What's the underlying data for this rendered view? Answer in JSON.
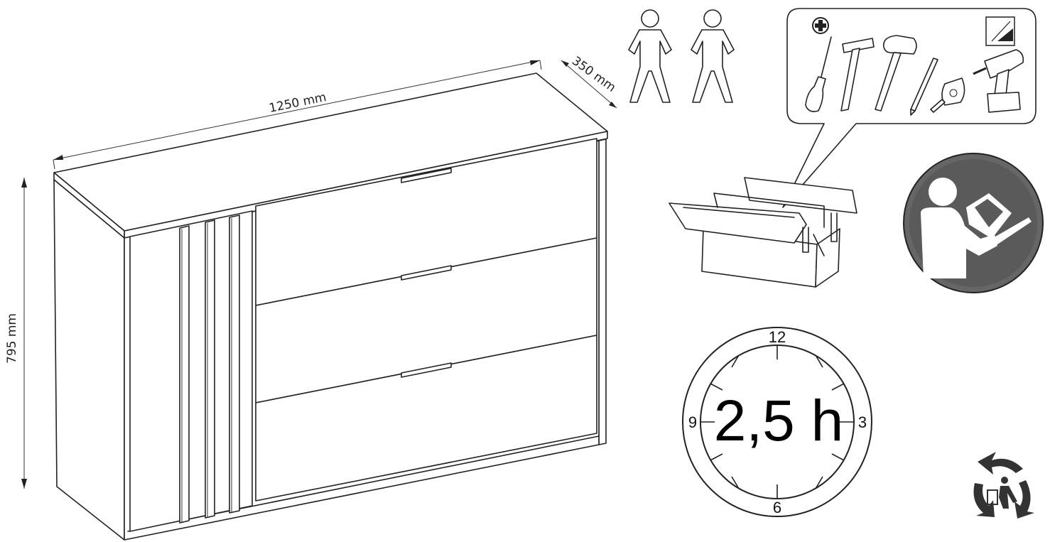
{
  "dimensions": {
    "width": "1250 mm",
    "depth": "350 mm",
    "height": "795 mm"
  },
  "persons_required": 2,
  "assembly_time": {
    "label": "2,5 h",
    "dial": [
      "12",
      "3",
      "6",
      "9"
    ]
  },
  "tools": [
    "screwdriver-icon",
    "hammer-icon",
    "rubber-mallet-icon",
    "pencil-icon",
    "tape-measure-icon",
    "cordless-drill-icon"
  ],
  "icons": {
    "toolbox": "toolbox-icon",
    "read_manual": "read-manual-icon",
    "recycle": "recycle-icon"
  }
}
